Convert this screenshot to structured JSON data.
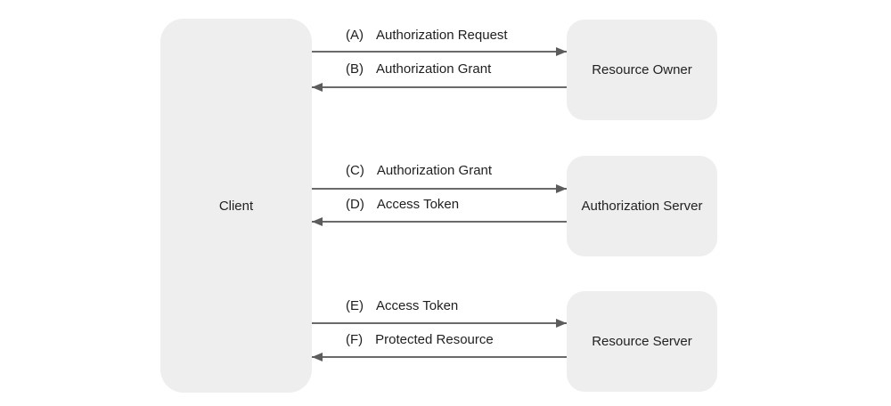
{
  "nodes": {
    "client": {
      "label": "Client"
    },
    "resource_owner": {
      "label": "Resource Owner"
    },
    "authorization_server": {
      "label": "Authorization Server"
    },
    "resource_server": {
      "label": "Resource Server"
    }
  },
  "flows": [
    {
      "step": "(A)",
      "label": "Authorization Request",
      "direction": "right",
      "from": "Client",
      "to": "Resource Owner"
    },
    {
      "step": "(B)",
      "label": "Authorization Grant",
      "direction": "left",
      "from": "Resource Owner",
      "to": "Client"
    },
    {
      "step": "(C)",
      "label": "Authorization Grant",
      "direction": "right",
      "from": "Client",
      "to": "Authorization Server"
    },
    {
      "step": "(D)",
      "label": "Access Token",
      "direction": "left",
      "from": "Authorization Server",
      "to": "Client"
    },
    {
      "step": "(E)",
      "label": "Access Token",
      "direction": "right",
      "from": "Client",
      "to": "Resource Server"
    },
    {
      "step": "(F)",
      "label": "Protected Resource",
      "direction": "left",
      "from": "Resource Server",
      "to": "Client"
    }
  ],
  "colors": {
    "background": "#ffffff",
    "node_fill": "#eeeeee",
    "arrow": "#6a6a6a",
    "text": "#1f1f1f"
  }
}
